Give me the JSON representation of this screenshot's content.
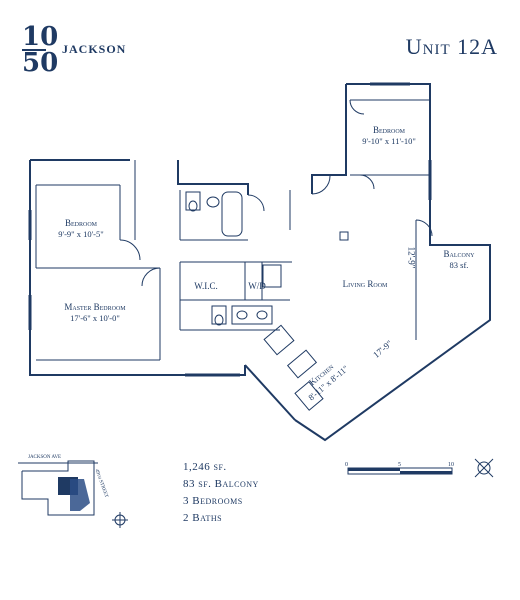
{
  "brand": {
    "logo_top": "10",
    "logo_bottom": "50",
    "logo_name": "JACKSON"
  },
  "unit": {
    "title": "Unit 12A"
  },
  "rooms": {
    "bedroom_ne": {
      "name": "Bedroom",
      "dims": "9'-10\" x 11'-10\""
    },
    "bedroom_w": {
      "name": "Bedroom",
      "dims": "9'-9\" x 10'-5\""
    },
    "master": {
      "name": "Master Bedroom",
      "dims": "17'-6\" x 10'-0\""
    },
    "balcony": {
      "name": "Balcony",
      "dims": "83 sf."
    },
    "living": {
      "name": "Living Room"
    },
    "kitchen": {
      "name": "Kitchen",
      "dims": "8'-11\" x 8'-11\""
    },
    "wic": "W.I.C.",
    "wd": "W/D",
    "living_dim_a": "17'-9\"",
    "living_dim_b": "12'-9\""
  },
  "key_map": {
    "street_top": "JACKSON AVE",
    "street_right": "49th STREET"
  },
  "stats": {
    "area": "1,246 sf.",
    "balcony": "83 sf. Balcony",
    "bedrooms": "3 Bedrooms",
    "baths": "2 Baths"
  },
  "scale": {
    "mark_0": "0",
    "mark_5": "5",
    "mark_10": "10"
  },
  "colors": {
    "line": "#1f3a63",
    "fill": "#ffffff",
    "accent": "#2b4e86"
  }
}
